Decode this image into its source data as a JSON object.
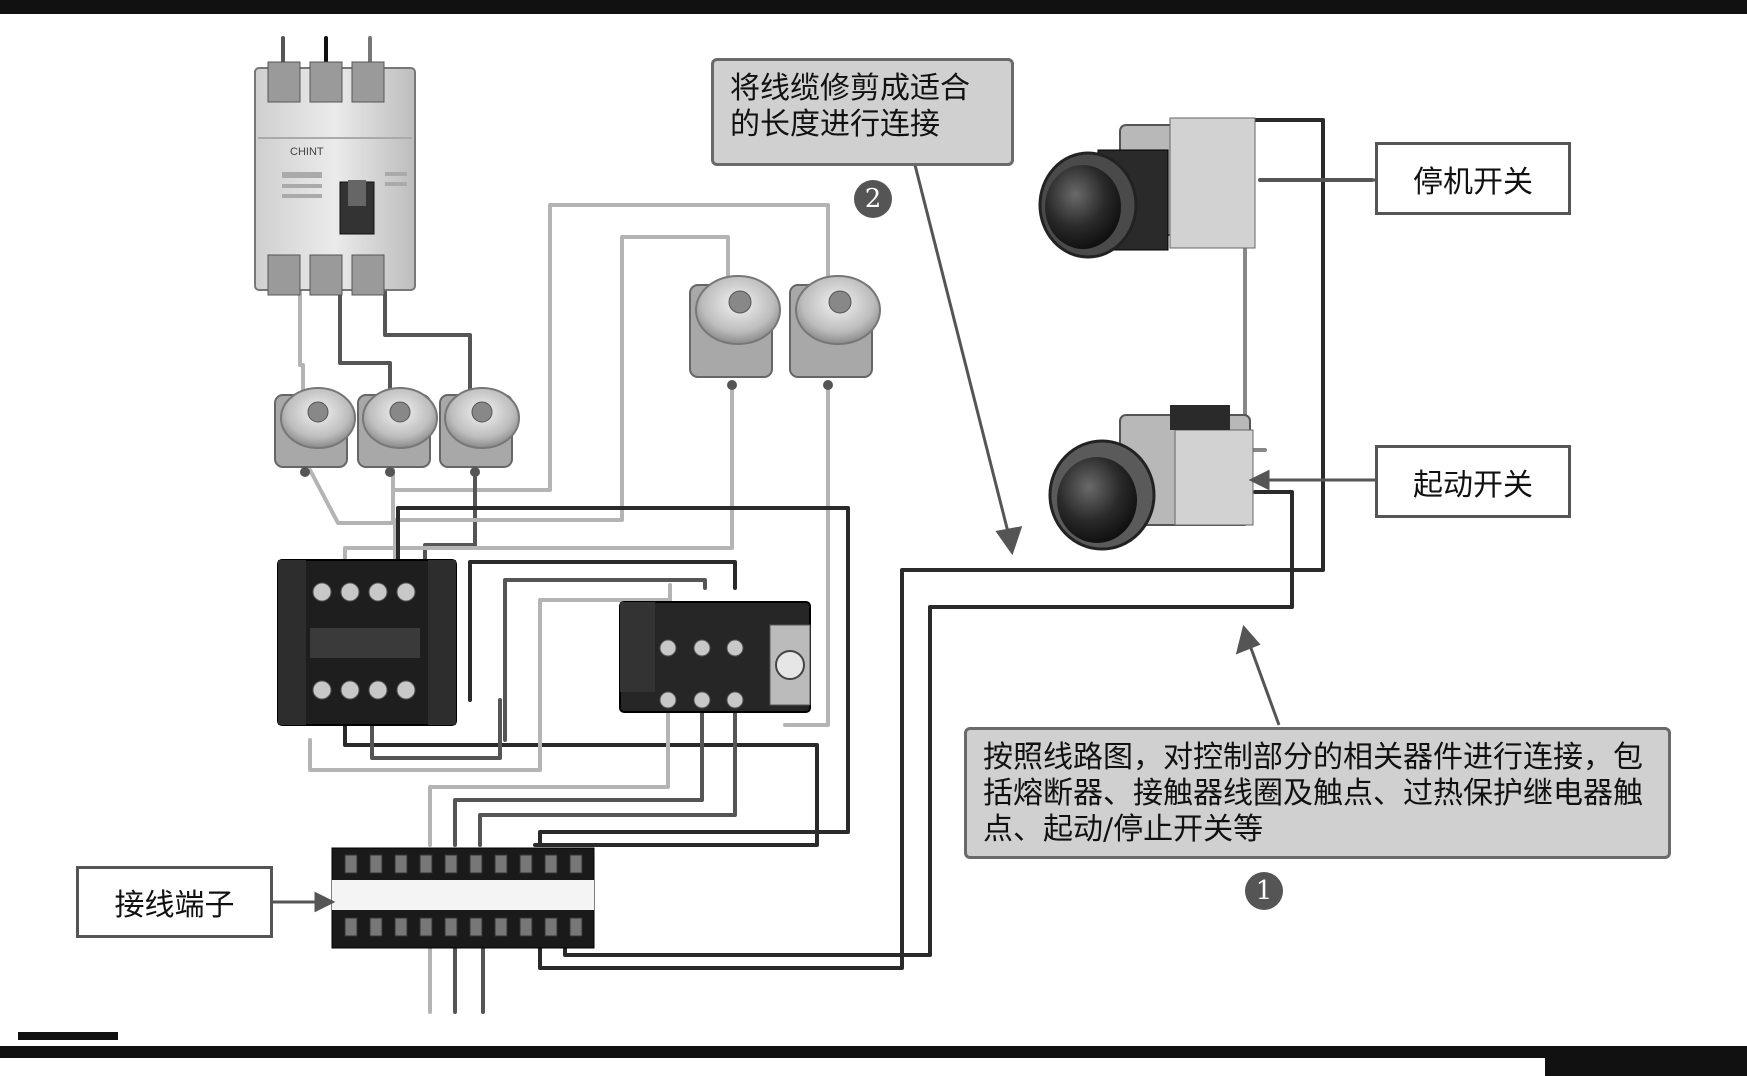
{
  "callouts": {
    "trim_cable": "将线缆修剪成适合的长度进行连接",
    "connect_control": "按照线路图，对控制部分的相关器件进行连接，包括熔断器、接触器线圈及触点、过热保护继电器触点、起动/停止开关等"
  },
  "labels": {
    "stop_switch": "停机开关",
    "start_switch": "起动开关",
    "terminal_block": "接线端子"
  },
  "badges": {
    "step1": "1",
    "step2": "2"
  },
  "breaker": {
    "brand": "CHINT"
  },
  "colors": {
    "wire_light": "#b4b4b4",
    "wire_mid": "#6e6e6e",
    "wire_dark": "#2a2a2a",
    "callout_bg": "#d0d0d0"
  }
}
